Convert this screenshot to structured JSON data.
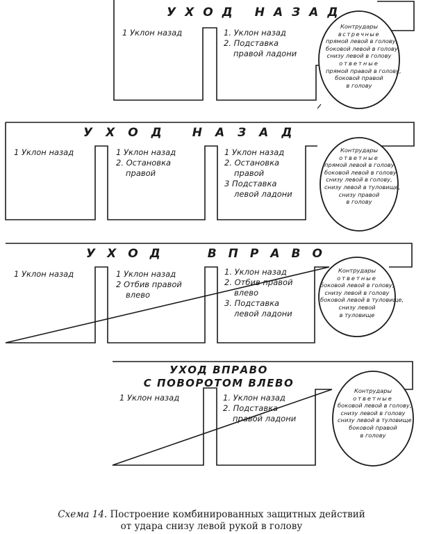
{
  "diagrams": [
    {
      "title": "УХОД НАЗАД",
      "columns": [
        [
          "1 Уклон назад"
        ],
        [
          "1. Уклон назад",
          "2. Подставка",
          "правой ладони"
        ]
      ],
      "counter": [
        "Контрудары",
        "встречные",
        "прямой левой в голову,",
        "боковой левой в голову",
        "снизу левой в голову",
        "ответные",
        "прямой правой в голову,",
        "боковой правой",
        "в голову"
      ]
    },
    {
      "title": "УХОД НАЗАД",
      "columns": [
        [
          "1 Уклон назад"
        ],
        [
          "1 Уклон назад",
          "2. Остановка",
          "правой"
        ],
        [
          "1 Уклон назад",
          "2. Остановка",
          "правой",
          "3 Подставка",
          "левой ладони"
        ]
      ],
      "counter": [
        "Контрудары",
        "ответные",
        "прямой левой в голову",
        "боковой левой в голову",
        "снизу левой в голову,",
        "снизу левой в туловище,",
        "снизу правой",
        "в голову"
      ]
    },
    {
      "title": "УХОД ВПРАВО",
      "columns": [
        [
          "1 Уклон назад"
        ],
        [
          "1 Уклон назад",
          "2 Отбив правой",
          "влево"
        ],
        [
          "1. Уклон назад",
          "2. Отбив правой",
          "влево",
          "3. Подставка",
          "левой ладони"
        ]
      ],
      "counter": [
        "Контрудары",
        "ответные",
        "боковой левой в голову,",
        "снизу левой в голову",
        "боковой левой в туловище,",
        "снизу левой",
        "в туловище"
      ]
    },
    {
      "title_lines": [
        "УХОД ВПРАВО",
        "С ПОВОРОТОМ ВЛЕВО"
      ],
      "columns": [
        [
          "1 Уклон назад"
        ],
        [
          "1. Уклон назад",
          "2. Подставка",
          "правой ладони"
        ]
      ],
      "counter": [
        "Контрудары",
        "ответные",
        "боковой левой в голову,",
        "снизу левой в голову",
        "снизу левой в туловище",
        "боковой правой",
        "в голову"
      ]
    }
  ],
  "caption": {
    "label": "Схема 14.",
    "line1": "Построение комбинированных защитных действий",
    "line2": "от удара снизу левой рукой в голову"
  }
}
